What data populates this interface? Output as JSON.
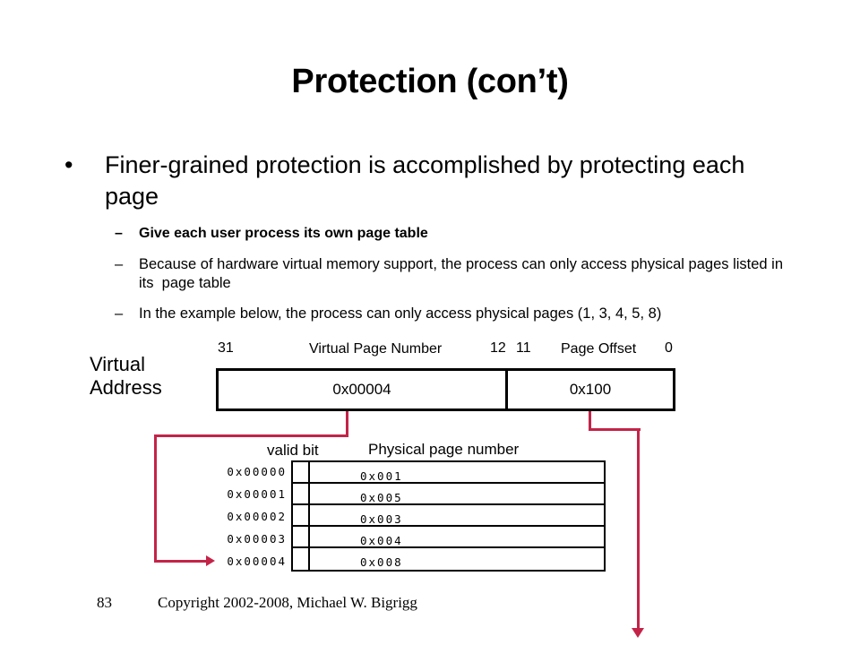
{
  "slide": {
    "title": "Protection (con’t)",
    "bullets": [
      {
        "marker": "•",
        "text": "Finer-grained protection is accomplished by protecting each page"
      }
    ],
    "sub_bullets": [
      {
        "marker": "–",
        "text": "Give each user process its own page table",
        "bold": true
      },
      {
        "marker": "–",
        "text": "Because of hardware virtual memory support, the process can only access physical pages listed in its  page table",
        "bold": false
      },
      {
        "marker": "–",
        "text": "In the example below, the process can only access physical pages (1, 3, 4, 5, 8)",
        "bold": false
      }
    ]
  },
  "diagram": {
    "virtual_address": {
      "caption_line1": "Virtual",
      "caption_line2": "Address",
      "bit_labels": {
        "high": "31",
        "split_high": "12",
        "split_low": "11",
        "low": "0"
      },
      "fields": [
        {
          "name": "Virtual Page Number",
          "value": "0x00004"
        },
        {
          "name": "Page Offset",
          "value": "0x100"
        }
      ]
    },
    "page_table": {
      "headers": {
        "valid": "valid bit",
        "ppn": "Physical page number"
      },
      "rows": [
        {
          "index": "0x00000",
          "ppn": "0x001",
          "valid": ""
        },
        {
          "index": "0x00001",
          "ppn": "0x005",
          "valid": ""
        },
        {
          "index": "0x00002",
          "ppn": "0x003",
          "valid": ""
        },
        {
          "index": "0x00003",
          "ppn": "0x004",
          "valid": ""
        },
        {
          "index": "0x00004",
          "ppn": "0x008",
          "valid": ""
        }
      ]
    },
    "connector_color": "#C42348"
  },
  "footer": {
    "slide_number": "83",
    "copyright": "Copyright 2002-2008, Michael W. Bigrigg"
  }
}
